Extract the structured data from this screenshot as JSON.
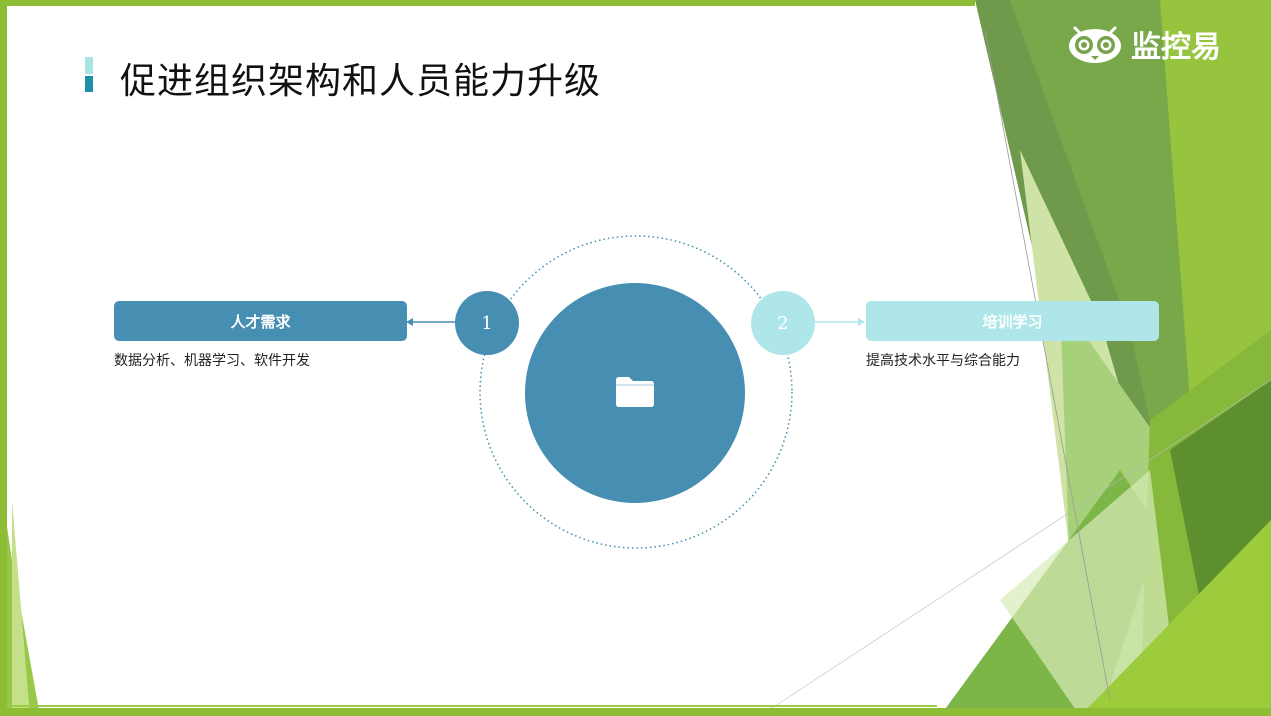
{
  "slide": {
    "title": "促进组织架构和人员能力升级"
  },
  "logo": {
    "text": "监控易",
    "icon": "owl-eyes-icon"
  },
  "left_item": {
    "number": "1",
    "label": "人才需求",
    "description": "数据分析、机器学习、软件开发"
  },
  "right_item": {
    "number": "2",
    "label": "培训学习",
    "description": "提高技术水平与综合能力"
  },
  "center": {
    "icon": "folder-icon"
  },
  "colors": {
    "accent_blue": "#468eb2",
    "accent_light": "#aee6ea",
    "frame_green": "#8cbd34"
  }
}
